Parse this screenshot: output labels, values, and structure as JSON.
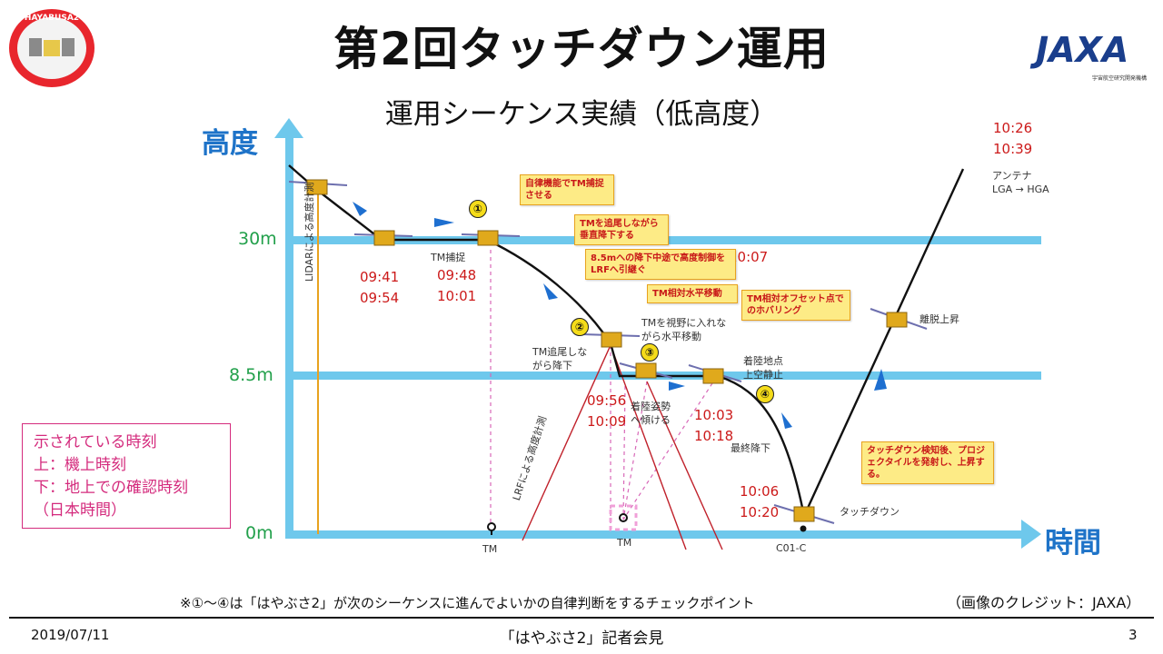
{
  "header": {
    "title": "第2回タッチダウン運用",
    "subtitle": "運用シーケンス実績（低高度）",
    "logo_mission_text": "HAYABUSA2",
    "logo_jaxa_text": "JAXA",
    "logo_jaxa_sub": "宇宙航空研究開発機構"
  },
  "axes": {
    "y_label": "高度",
    "x_label": "時間",
    "alt_30": "30m",
    "alt_85": "8.5m",
    "alt_0": "0m"
  },
  "times": {
    "t1": "09:41",
    "t1b": "09:54",
    "t2": "09:48",
    "t2b": "10:01",
    "t3": "10:07",
    "t4": "09:56",
    "t4b": "10:09",
    "t5": "10:03",
    "t5b": "10:18",
    "t6": "10:06",
    "t6b": "10:20",
    "t7": "10:26",
    "t7b": "10:39"
  },
  "callouts": {
    "c1": "自律機能でTM捕捉させる",
    "c2": "TMを追尾しながら垂直降下する",
    "c3": "8.5mへの降下中途で高度制御をLRFへ引継ぐ",
    "c4": "TM相対水平移動",
    "c5": "TM相対オフセット点でのホバリング",
    "c6": "タッチダウン検知後、プロジェクタイルを発射し、上昇する。"
  },
  "labels": {
    "tm_capture": "TM捕捉",
    "tm_track_desc_1": "TM追尾しな",
    "tm_track_desc_2": "がら降下",
    "tm_view_1": "TMを視野に入れな",
    "tm_view_2": "がら水平移動",
    "attitude_1": "着陸姿勢",
    "attitude_2": "へ傾ける",
    "landing_point_1": "着陸地点",
    "landing_point_2": "上空静止",
    "final_desc": "最終降下",
    "touchdown": "タッチダウン",
    "ascent": "離脱上昇",
    "antenna_1": "アンテナ",
    "antenna_2": "LGA → HGA",
    "lidar": "LIDARによる高度計測",
    "lrf": "LRFによる高度計測",
    "tm_1": "TM",
    "tm_2": "TM",
    "c01": "C01-C",
    "n1": "①",
    "n2": "②",
    "n3": "③",
    "n4": "④"
  },
  "legend": {
    "line1": "示されている時刻",
    "line2": " 上：機上時刻",
    "line3": " 下：地上での確認時刻",
    "line4": "（日本時間）"
  },
  "footer": {
    "footnote": "※①～④は「はやぶさ2」が次のシーケンスに進んでよいかの自律判断をするチェックポイント",
    "credit": "（画像のクレジット：JAXA）",
    "date": "2019/07/11",
    "event": "「はやぶさ2」記者会見",
    "page": "3"
  },
  "colors": {
    "axis": "#6ec8ec",
    "level": "#6ec8ec",
    "trajectory": "#111111",
    "time": "#cc1a1a",
    "altitude": "#22a04b",
    "axis_label": "#1e73c8",
    "legend": "#d42b7d",
    "callout_bg": "#fdeb86",
    "callout_border": "#e8a21e",
    "arrow": "#1e6fd0"
  }
}
